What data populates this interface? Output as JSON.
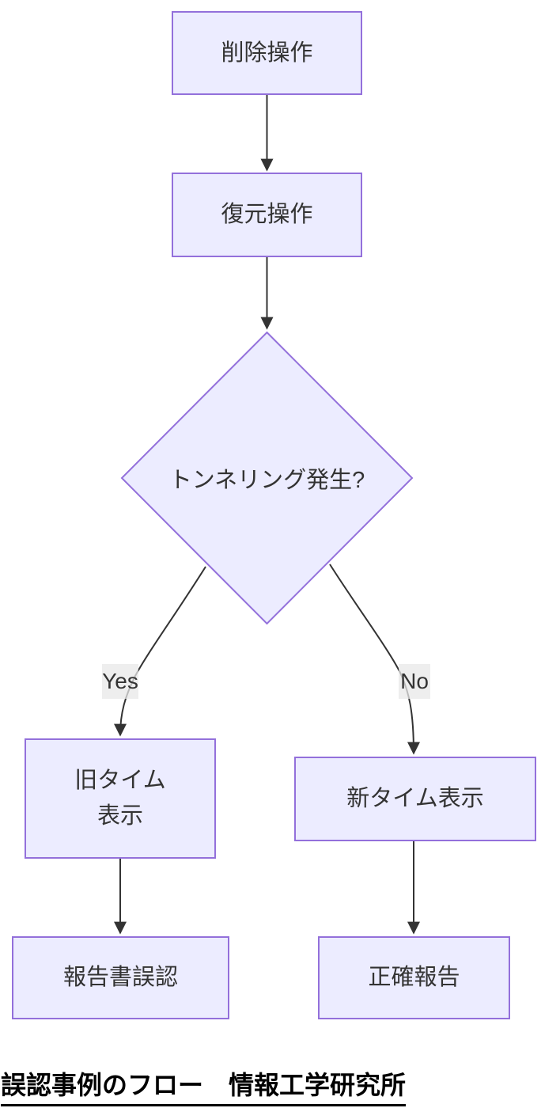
{
  "diagram": {
    "nodes": {
      "delete": {
        "label": "削除操作"
      },
      "restore": {
        "label": "復元操作"
      },
      "decision": {
        "label": "トンネリング発生?"
      },
      "old_time": {
        "line1": "旧タイム",
        "line2": "表示"
      },
      "new_time": {
        "label": "新タイム表示"
      },
      "misreport": {
        "label": "報告書誤認"
      },
      "accurate": {
        "label": "正確報告"
      }
    },
    "edge_labels": {
      "yes": "Yes",
      "no": "No"
    },
    "title": "誤認事例のフロー　情報工学研究所",
    "colors": {
      "node_fill": "#ECECFF",
      "node_border": "#9370DB",
      "edge_line": "#333333",
      "node_text": "#333333",
      "edge_label_bg": "#E8E8E8",
      "title_text": "#000000"
    }
  }
}
